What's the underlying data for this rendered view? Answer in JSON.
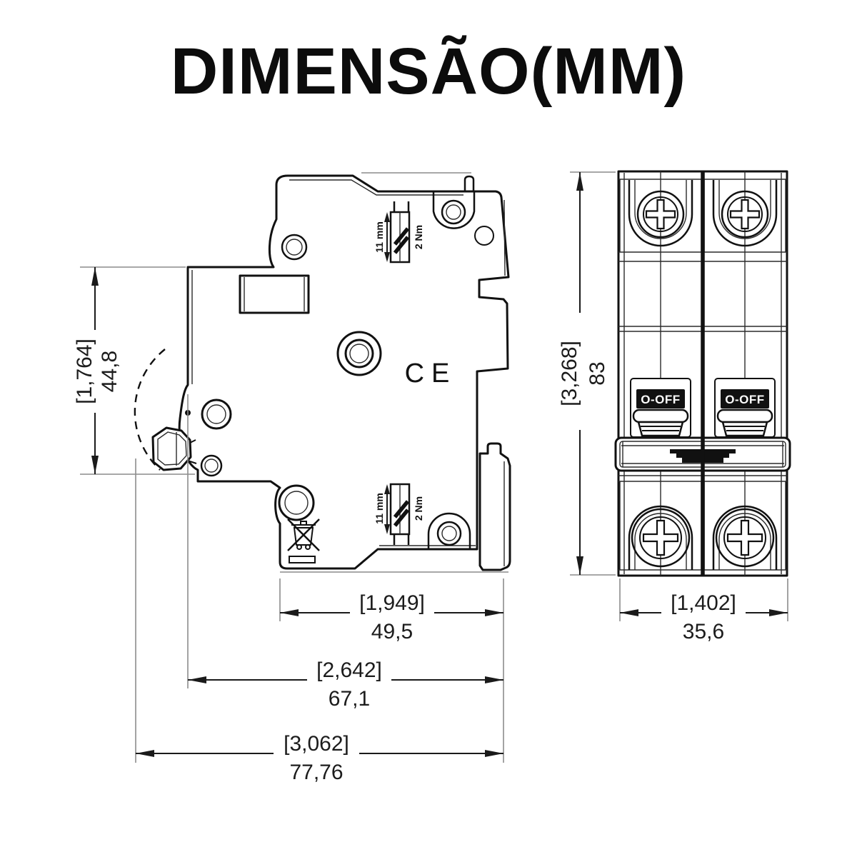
{
  "title": "DIMENSÃO(MM)",
  "colors": {
    "line": "#111111",
    "dimension_text": "#1c1c1c",
    "extension_line": "#8c8c8c",
    "label_background": "#111111",
    "label_text": "#ffffff",
    "background": "#ffffff"
  },
  "side_view": {
    "ce_mark": "CE",
    "terminal_details": [
      {
        "depth": "11 mm",
        "torque": "2 Nm"
      },
      {
        "depth": "11 mm",
        "torque": "2 Nm"
      }
    ]
  },
  "front_view": {
    "pole_labels": [
      "O-OFF",
      "O-OFF"
    ]
  },
  "dimensions": {
    "side_height": {
      "bracket": "[1,764]",
      "value": "44,8"
    },
    "front_height": {
      "bracket": "[3,268]",
      "value": "83"
    },
    "side_depth_body": {
      "bracket": "[1,949]",
      "value": "49,5"
    },
    "side_depth_with_handle": {
      "bracket": "[2,642]",
      "value": "67,1"
    },
    "side_depth_total": {
      "bracket": "[3,062]",
      "value": "77,76"
    },
    "front_width": {
      "bracket": "[1,402]",
      "value": "35,6"
    }
  }
}
